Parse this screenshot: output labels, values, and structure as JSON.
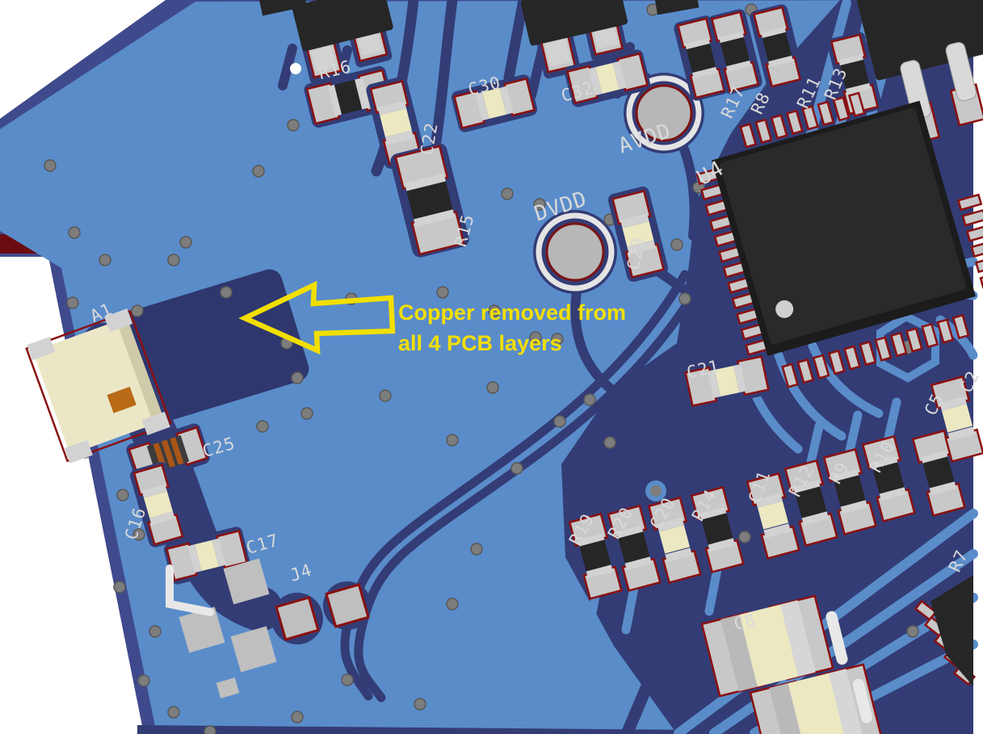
{
  "scene": {
    "description": "3D rendered view of a 4-layer PCB (CAD 3D preview) with a yellow annotation arrow",
    "background_color": "#ffffff"
  },
  "annotation": {
    "line1": "Copper removed from",
    "line2": "all 4 PCB layers",
    "color": "#f2df00",
    "arrow_icon": "yellow-outline-arrow-left"
  },
  "board": {
    "colors": {
      "soldermask_blue": "#5a8cca",
      "plane_pour_navy": "#333c75",
      "board_edge_navy": "#3f4a8c",
      "board_side_maroon": "#6b0b10",
      "pad_outline_red": "#8b1010",
      "pad_gray": "#c8c8c8",
      "silkscreen_white": "#d9d9d9",
      "component_black": "#262626",
      "component_beige": "#ece8c2"
    },
    "silkscreen_labels": [
      {
        "id": "R16",
        "text": "R16"
      },
      {
        "id": "C22",
        "text": "C22"
      },
      {
        "id": "C30",
        "text": "C30"
      },
      {
        "id": "C32",
        "text": "C32"
      },
      {
        "id": "AVDD",
        "text": "AVDD"
      },
      {
        "id": "DVDD",
        "text": "DVDD"
      },
      {
        "id": "U4",
        "text": "U4"
      },
      {
        "id": "C23",
        "text": "C23"
      },
      {
        "id": "R15",
        "text": "R15"
      },
      {
        "id": "R17",
        "text": "R17"
      },
      {
        "id": "R8",
        "text": "R8"
      },
      {
        "id": "R11",
        "text": "R11"
      },
      {
        "id": "R13",
        "text": "R13"
      },
      {
        "id": "C21",
        "text": "C21"
      },
      {
        "id": "A1",
        "text": "A1"
      },
      {
        "id": "C25",
        "text": "C25"
      },
      {
        "id": "C16",
        "text": "C16"
      },
      {
        "id": "C17",
        "text": "C17"
      },
      {
        "id": "J4",
        "text": "J4"
      },
      {
        "id": "R19",
        "text": "R19"
      },
      {
        "id": "R20",
        "text": "R20"
      },
      {
        "id": "C20",
        "text": "C20"
      },
      {
        "id": "R14",
        "text": "R14"
      },
      {
        "id": "C11",
        "text": "C11"
      },
      {
        "id": "R12",
        "text": "R12"
      },
      {
        "id": "R9",
        "text": "R9"
      },
      {
        "id": "R10",
        "text": "R10"
      },
      {
        "id": "R7",
        "text": "R7"
      },
      {
        "id": "C5",
        "text": "C5"
      },
      {
        "id": "C2",
        "text": "C2"
      },
      {
        "id": "C8",
        "text": "C8"
      }
    ],
    "test_points": [
      "AVDD",
      "DVDD"
    ]
  }
}
